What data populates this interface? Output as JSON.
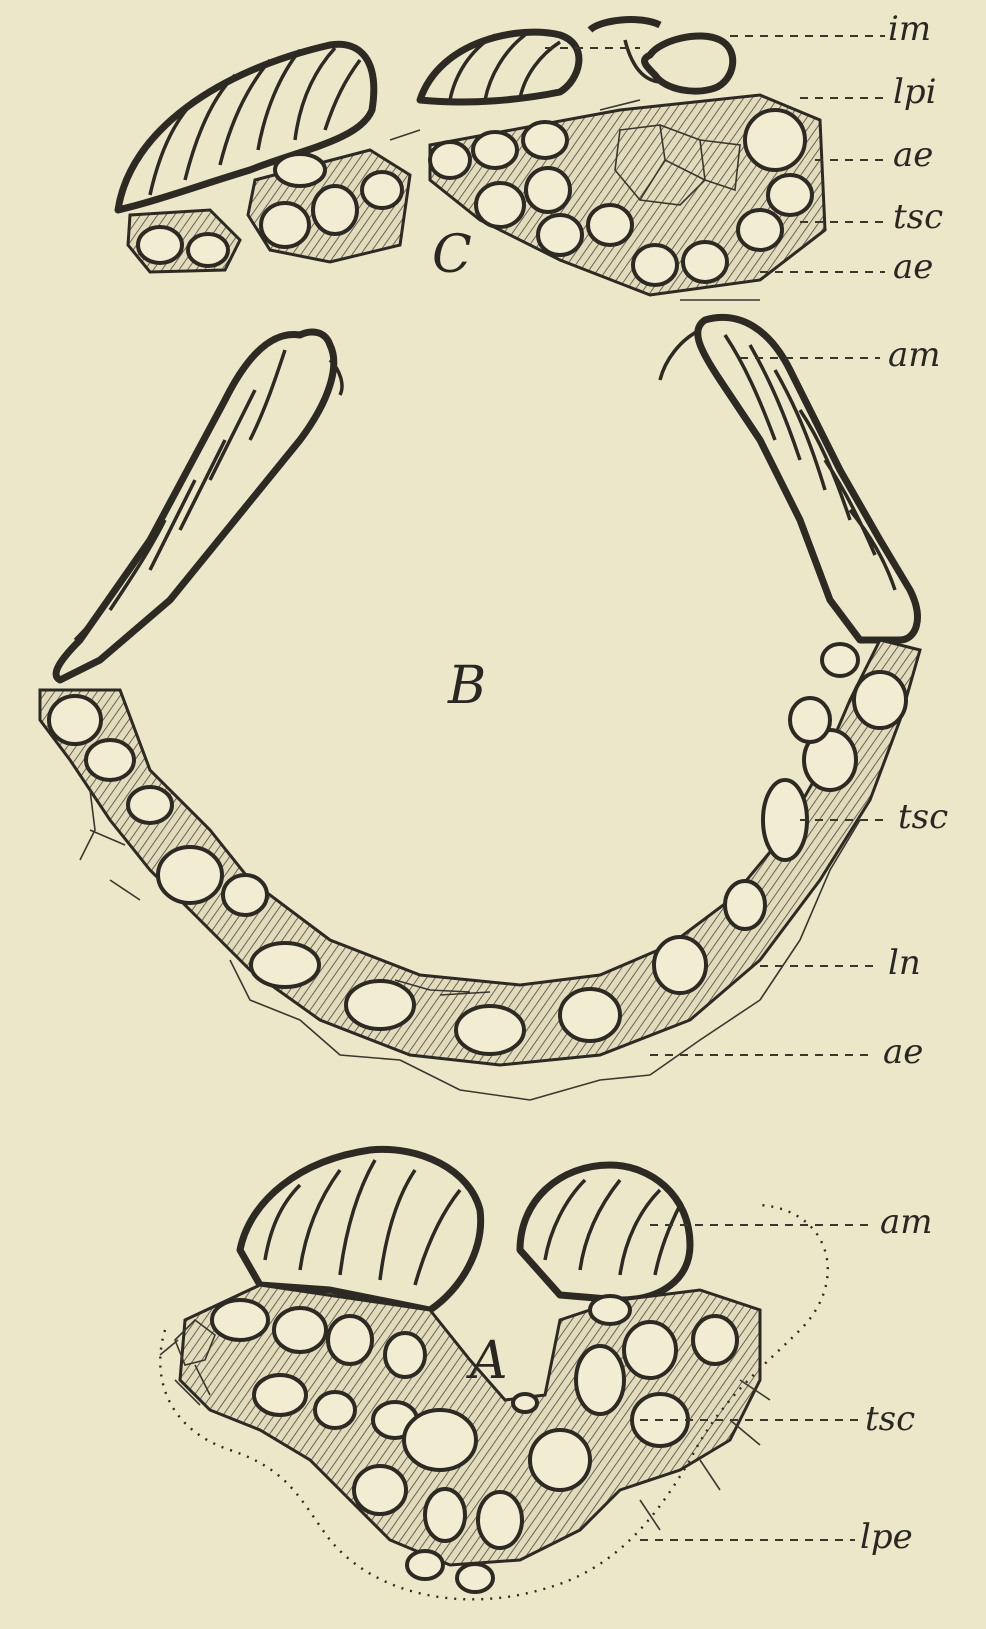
{
  "figure": {
    "panels": {
      "A": "A",
      "B": "B",
      "C": "C"
    },
    "labels_c": [
      "im",
      "lpi",
      "ae",
      "tsc",
      "ae"
    ],
    "labels_b": [
      "am",
      "tsc",
      "ln",
      "ae"
    ],
    "labels_a": [
      "am",
      "tsc",
      "lpe"
    ]
  }
}
